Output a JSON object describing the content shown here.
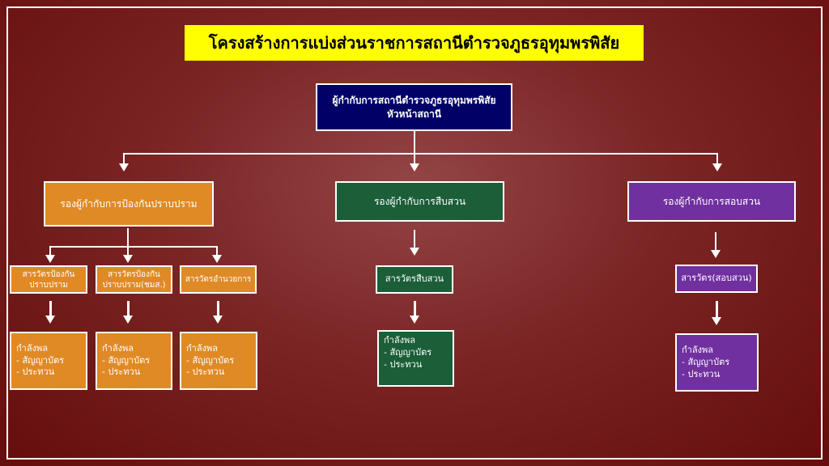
{
  "title": "โครงสร้างการแบ่งส่วนราชการสถานีตำรวจภูธรอุทุมพรพิสัย",
  "head": {
    "line1": "ผู้กำกับการสถานีตำรวจภูธรอุทุมพรพิสัย",
    "line2": "หัวหน้าสถานี"
  },
  "deputies": [
    "รองผู้กำกับการป้องกันปราบปราม",
    "รองผู้กำกับการสืบสวน",
    "รองผู้กำกับการสอบสวน"
  ],
  "inspectors": [
    {
      "line1": "สารวัตรป้องกัน",
      "line2": "ปราบปราม"
    },
    {
      "line1": "สารวัตรป้องกัน",
      "line2": "ปราบปราม(ชมส.)"
    },
    {
      "line1": "สารวัตรอำนวยการ",
      "line2": ""
    },
    {
      "line1": "สารวัตรสืบสวน",
      "line2": ""
    },
    {
      "line1": "สารวัตร(สอบสวน)",
      "line2": ""
    }
  ],
  "personnel": {
    "title": "กำลังพล",
    "item1": "- สัญญาบัตร",
    "item2": "- ประทวน"
  },
  "colors": {
    "orange": "#e08a26",
    "green": "#1b5e38",
    "purple": "#7030a0",
    "navy": "#000066",
    "title_bg": "#ffff00"
  }
}
